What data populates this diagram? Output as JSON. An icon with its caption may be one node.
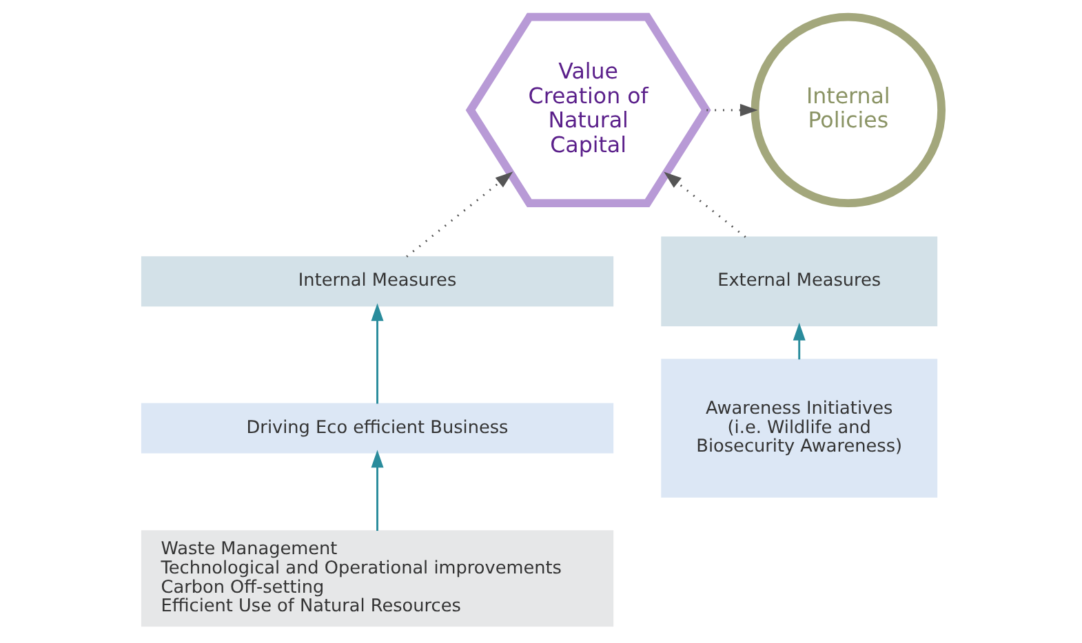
{
  "diagram": {
    "nodes": [
      {
        "text": [
          "Value Creation of Natural Capital"
        ]
      },
      {
        "text": [
          "Internal Policies"
        ]
      },
      {
        "text": [
          "Internal Measures"
        ]
      },
      {
        "text": [
          "Driving Eco efficient Business"
        ]
      },
      {
        "text": [
          "Waste Management",
          "Technological and Operational improvements",
          "Carbon Off-setting",
          "Efficient Use of Natural Resources"
        ]
      },
      {
        "text": [
          "External Measures"
        ]
      },
      {
        "text": [
          "Awareness Initiatives (i.e. Wildlife and Biosecurity Awareness)"
        ]
      }
    ],
    "edges": [
      {
        "from": 0,
        "to": 1,
        "arrow": "to",
        "style": "dashed"
      },
      {
        "from": 2,
        "to": 0,
        "arrow": "to",
        "style": "dashed"
      },
      {
        "from": 5,
        "to": 0,
        "arrow": "to",
        "style": "dashed"
      },
      {
        "from": 3,
        "to": 2,
        "arrow": "to"
      },
      {
        "from": 4,
        "to": 3,
        "arrow": "to"
      },
      {
        "from": 6,
        "to": 5,
        "arrow": "to"
      }
    ]
  }
}
